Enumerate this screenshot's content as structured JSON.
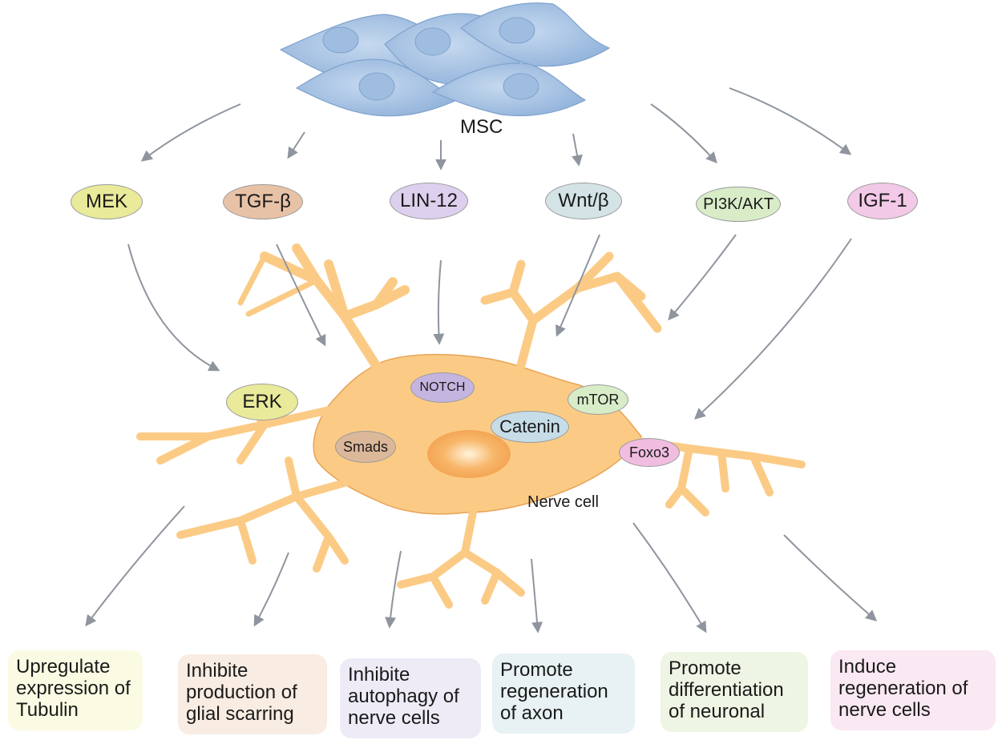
{
  "source_label": "MSC",
  "cell_label": "Nerve cell",
  "pathways": [
    {
      "label": "MEK",
      "color": "#e9ea9a"
    },
    {
      "label": "TGF-β",
      "color": "#e8c2a7"
    },
    {
      "label": "LIN-12",
      "color": "#ddd0ee"
    },
    {
      "label": "Wnt/β",
      "color": "#d3e3e6"
    },
    {
      "label": "PI3K/AKT",
      "color": "#d8ecc8"
    },
    {
      "label": "IGF-1",
      "color": "#f2c9e6"
    }
  ],
  "cell_targets": [
    {
      "label": "ERK",
      "color": "#e9ea9a"
    },
    {
      "label": "Smads",
      "color": "#dcb89a"
    },
    {
      "label": "NOTCH",
      "color": "#c4b4e0"
    },
    {
      "label": "Catenin",
      "color": "#c6dde8"
    },
    {
      "label": "mTOR",
      "color": "#d8ecc8"
    },
    {
      "label": "Foxo3",
      "color": "#f0bde0"
    }
  ],
  "outcomes": [
    {
      "lines": [
        "Upregulate",
        "expression of",
        "Tubulin"
      ],
      "color": "#fbfbe4"
    },
    {
      "lines": [
        "Inhibite",
        "production of",
        "glial scarring"
      ],
      "color": "#f8ece3"
    },
    {
      "lines": [
        "Inhibite",
        "autophagy of",
        "nerve cells"
      ],
      "color": "#eeebf7"
    },
    {
      "lines": [
        "Promote",
        "regeneration",
        "of axon"
      ],
      "color": "#e8f1f3"
    },
    {
      "lines": [
        "Promote",
        "differentiation",
        "of neuronal"
      ],
      "color": "#eef5e4"
    },
    {
      "lines": [
        "Induce",
        "regeneration of",
        "nerve cells"
      ],
      "color": "#fae8f3"
    }
  ],
  "colors": {
    "arrow": "#8f959e",
    "cell_body": "#fbcb86",
    "cell_outline": "#e8a355",
    "msc_fill": "#a8c3e3",
    "msc_stroke": "#7fa2cc"
  }
}
